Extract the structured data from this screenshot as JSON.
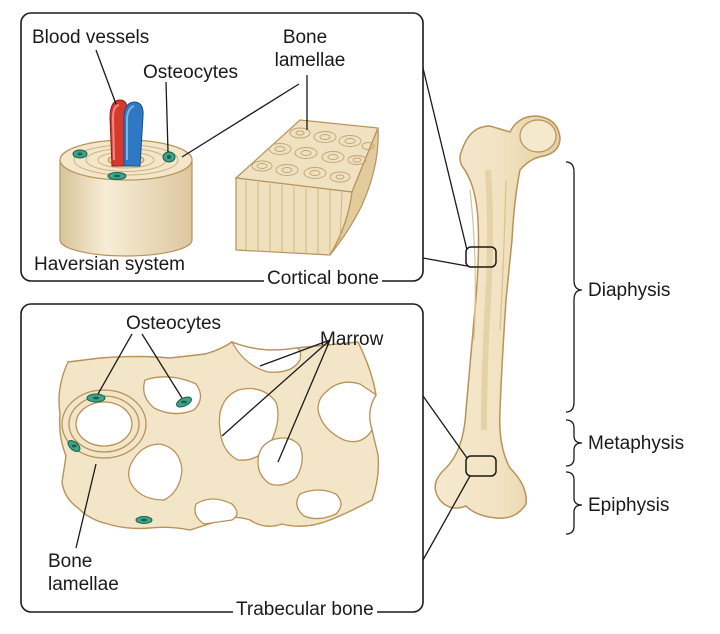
{
  "labels": {
    "blood_vessels": "Blood vessels",
    "osteocytes_top": "Osteocytes",
    "bone_lamellae_top_1": "Bone",
    "bone_lamellae_top_2": "lamellae",
    "haversian_system": "Haversian system",
    "cortical_bone": "Cortical bone",
    "osteocytes_bottom": "Osteocytes",
    "marrow": "Marrow",
    "bone_lamellae_bottom_1": "Bone",
    "bone_lamellae_bottom_2": "lamellae",
    "trabecular_bone": "Trabecular bone",
    "diaphysis": "Diaphysis",
    "metaphysis": "Metaphysis",
    "epiphysis": "Epiphysis"
  },
  "colors": {
    "bone_fill": "#f3e6c8",
    "bone_edge": "#b8925a",
    "lamella_line": "#cdb184",
    "artery": "#d63a2e",
    "vein": "#2f79c4",
    "osteocyte": "#3aa58a",
    "osteocyte_nucleus": "#1e5c4c",
    "line": "#1a1a1a"
  }
}
